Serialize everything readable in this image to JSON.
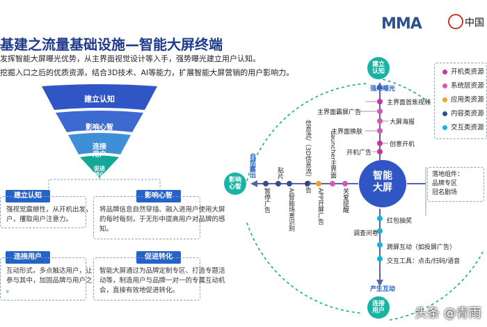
{
  "brand": {
    "mma": "MMA",
    "partner": "中国"
  },
  "title": "基建之流量基础设施—智能大屏终端",
  "subtitle_lines": [
    "发挥智能大屏曝光优势，从主界面视觉设计等入手，强势曝光建立用户认知。",
    "挖掘入口之后的优质资源，结合3D技术、AI等能力，扩展智能大屏营销的用户影响力。"
  ],
  "funnel": [
    "建立认知",
    "影响心智",
    "连接用户",
    "促进转化"
  ],
  "boxes": [
    {
      "label": "建立认知",
      "text": [
        "强视觉震撼性，从开机出发，",
        "户，攫取用户注意力。"
      ]
    },
    {
      "label": "影响心智",
      "text": [
        "将品牌信息自然穿插、融入进用户使用大屏",
        "的每时每刻，于无形中提高用户对品牌的感",
        "知。"
      ]
    },
    {
      "label": "连接用户",
      "text": [
        "互动形式，多点触达用户，让",
        "参与其中，加固品牌与用户之",
        "。"
      ]
    },
    {
      "label": "促进转化",
      "text": [
        "智能大屏通过为品牌定制专区、打造专题活",
        "动等，制造用户与品牌一对一的专属互动机",
        "会，直接有效地促进转化。"
      ]
    }
  ],
  "diagram": {
    "center": "智能大屏",
    "stages": {
      "top": "建立认知",
      "left": "影响心智",
      "bottom": "连接用户"
    },
    "axis": {
      "top": "强效曝光",
      "left": "自然露出",
      "bottom": "产生互动"
    },
    "top_branch": [
      "主界面首焦视频",
      "主界面霸屏广告",
      "大屏海报",
      "主界面换肤",
      "创意开机",
      "开机广告"
    ],
    "left_branch": [
      "暂停广告",
      "贴片",
      "AI智能场景识别",
      "信息流/（3D信息流）广告",
      "APP开屏广告",
      "Launcher主界面",
      "关爱提醒"
    ],
    "bottom_branch": [
      "红包抽奖",
      "调查问卷",
      "跨屏互动（如投屏广告）",
      "交互工具：点击/扫码/语音"
    ],
    "right_box": [
      "落地组件：",
      "品牌专区",
      "冠名剧场"
    ]
  },
  "legend": [
    {
      "label": "开机类资源",
      "color": "#c2399b"
    },
    {
      "label": "系统层资源",
      "color": "#d35ab2"
    },
    {
      "label": "应用类资源",
      "color": "#f0a030"
    },
    {
      "label": "内容类资源",
      "color": "#2f4f8f"
    },
    {
      "label": "交互类资源",
      "color": "#17b3e0"
    }
  ],
  "watermark": "头条 @青雨"
}
